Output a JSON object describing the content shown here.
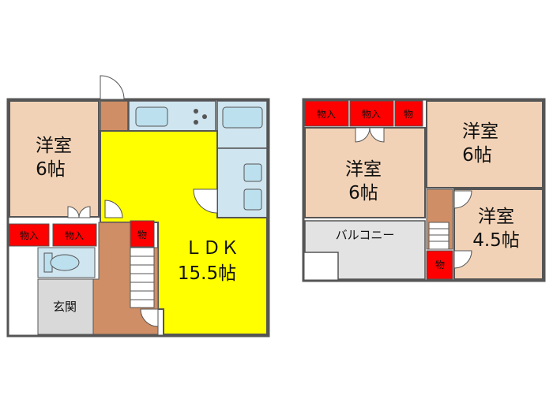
{
  "floor1": {
    "western_room": {
      "name": "洋室",
      "size": "6帖"
    },
    "ldk": {
      "name": "ＬＤＫ",
      "size": "15.5帖"
    },
    "closet_left": "物入",
    "closet_mid": "物入",
    "closet_stair": "物",
    "entrance": "玄関"
  },
  "floor2": {
    "closet_1": "物入",
    "closet_2": "物入",
    "closet_3": "物",
    "room_center": {
      "name": "洋室",
      "size": "6帖"
    },
    "room_right": {
      "name": "洋室",
      "size": "6帖"
    },
    "room_small": {
      "name": "洋室",
      "size": "4.5帖"
    },
    "closet_small": "物",
    "balcony": "バルコニー"
  },
  "colors": {
    "room": "#f2d2b6",
    "ldk": "#ffff00",
    "closet": "#ff0000",
    "wet": "#cfe5f0",
    "stair": "#d2a07a",
    "entrance": "#d9d9d9",
    "balcony": "#e3e3e3",
    "wall": "#555555"
  }
}
